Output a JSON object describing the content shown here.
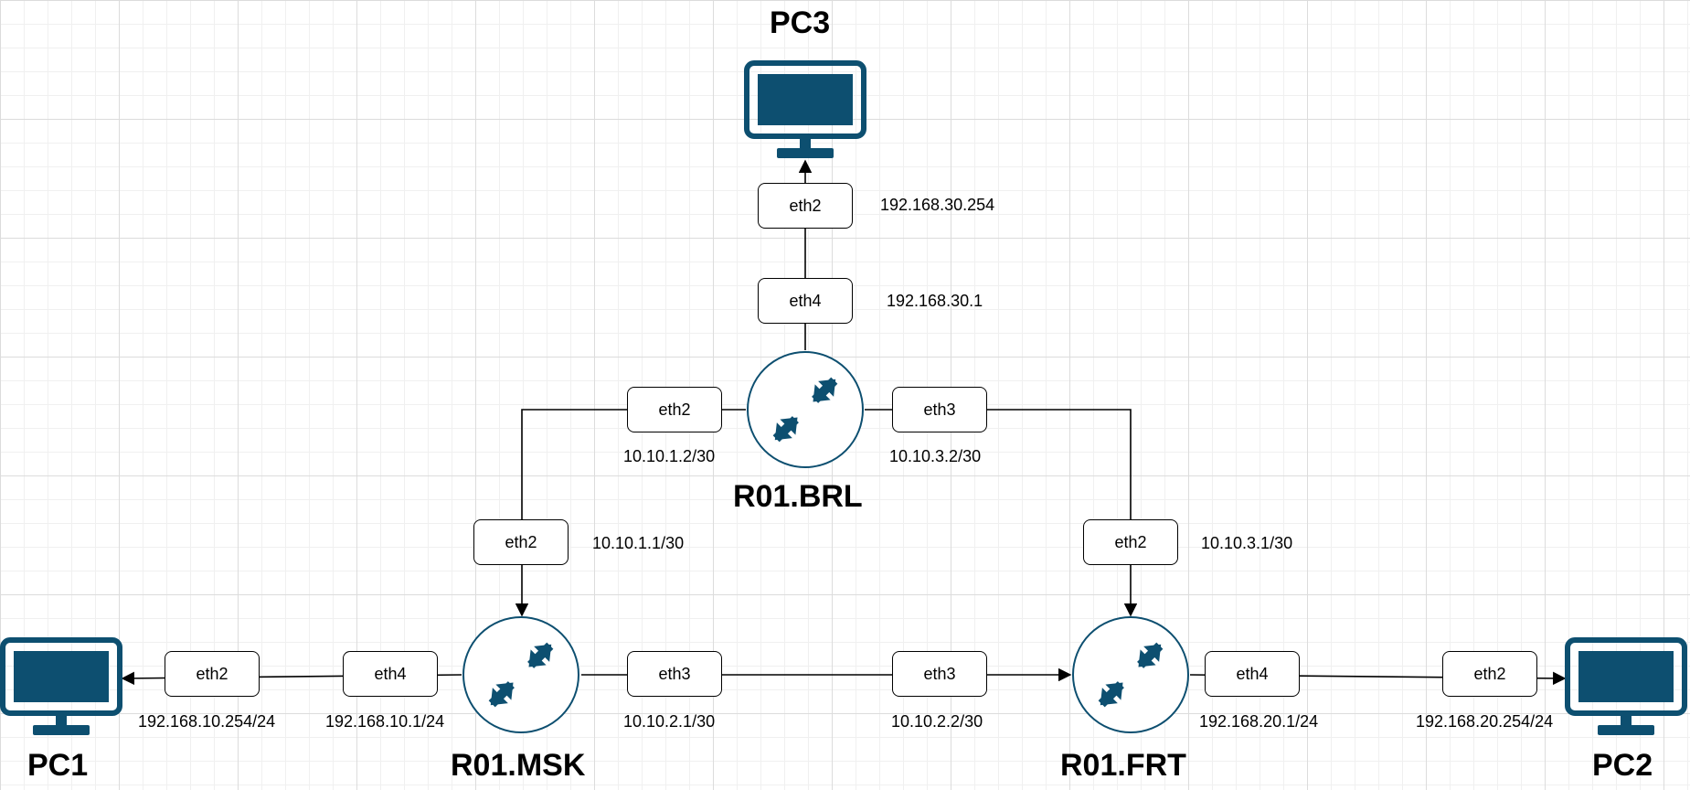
{
  "colors": {
    "device": "#0d4f70",
    "line": "#000000"
  },
  "nodes": {
    "pc1": "PC1",
    "pc2": "PC2",
    "pc3": "PC3",
    "msk": "R01.MSK",
    "frt": "R01.FRT",
    "brl": "R01.BRL"
  },
  "links": {
    "pc3_brl": {
      "pc3_if": "eth2",
      "pc3_ip": "192.168.30.254",
      "brl_if": "eth4",
      "brl_ip": "192.168.30.1"
    },
    "brl_msk": {
      "brl_if": "eth2",
      "brl_ip": "10.10.1.2/30",
      "msk_if": "eth2",
      "msk_ip": "10.10.1.1/30"
    },
    "brl_frt": {
      "brl_if": "eth3",
      "brl_ip": "10.10.3.2/30",
      "frt_if": "eth2",
      "frt_ip": "10.10.3.1/30"
    },
    "msk_frt": {
      "msk_if": "eth3",
      "msk_ip": "10.10.2.1/30",
      "frt_if": "eth3",
      "frt_ip": "10.10.2.2/30"
    },
    "pc1_msk": {
      "pc1_if": "eth2",
      "pc1_ip": "192.168.10.254/24",
      "msk_if": "eth4",
      "msk_ip": "192.168.10.1/24"
    },
    "frt_pc2": {
      "frt_if": "eth4",
      "frt_ip": "192.168.20.1/24",
      "pc2_if": "eth2",
      "pc2_ip": "192.168.20.254/24"
    }
  }
}
